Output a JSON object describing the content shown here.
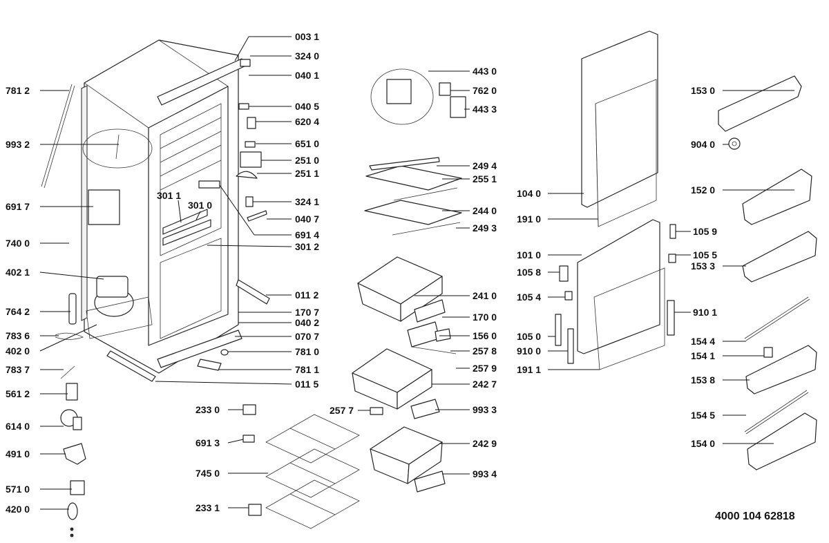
{
  "drawing_number": "4000 104 62818",
  "callouts": [
    "003 1",
    "324 0",
    "040 1",
    "040 5",
    "620 4",
    "651 0",
    "251 0",
    "251 1",
    "324 1",
    "040 7",
    "691 4",
    "301 2",
    "301 1",
    "301 0",
    "011 2",
    "170 7",
    "040 2",
    "070 7",
    "781 0",
    "781 1",
    "011 5",
    "781 2",
    "993 2",
    "691 7",
    "740 0",
    "402 1",
    "764 2",
    "783 6",
    "402 0",
    "783 7",
    "561 2",
    "614 0",
    "491 0",
    "571 0",
    "420 0",
    "233 0",
    "691 3",
    "745 0",
    "233 1",
    "443 0",
    "762 0",
    "443 3",
    "249 4",
    "255 1",
    "244 0",
    "249 3",
    "241 0",
    "170 0",
    "156 0",
    "257 8",
    "257 9",
    "242 7",
    "257 7",
    "993 3",
    "242 9",
    "993 4",
    "104 0",
    "191 0",
    "101 0",
    "105 8",
    "105 4",
    "105 0",
    "910 0",
    "191 1",
    "105 9",
    "105 5",
    "910 1",
    "153 0",
    "904 0",
    "152 0",
    "153 3",
    "154 4",
    "154 1",
    "153 8",
    "154 5",
    "154 0"
  ]
}
